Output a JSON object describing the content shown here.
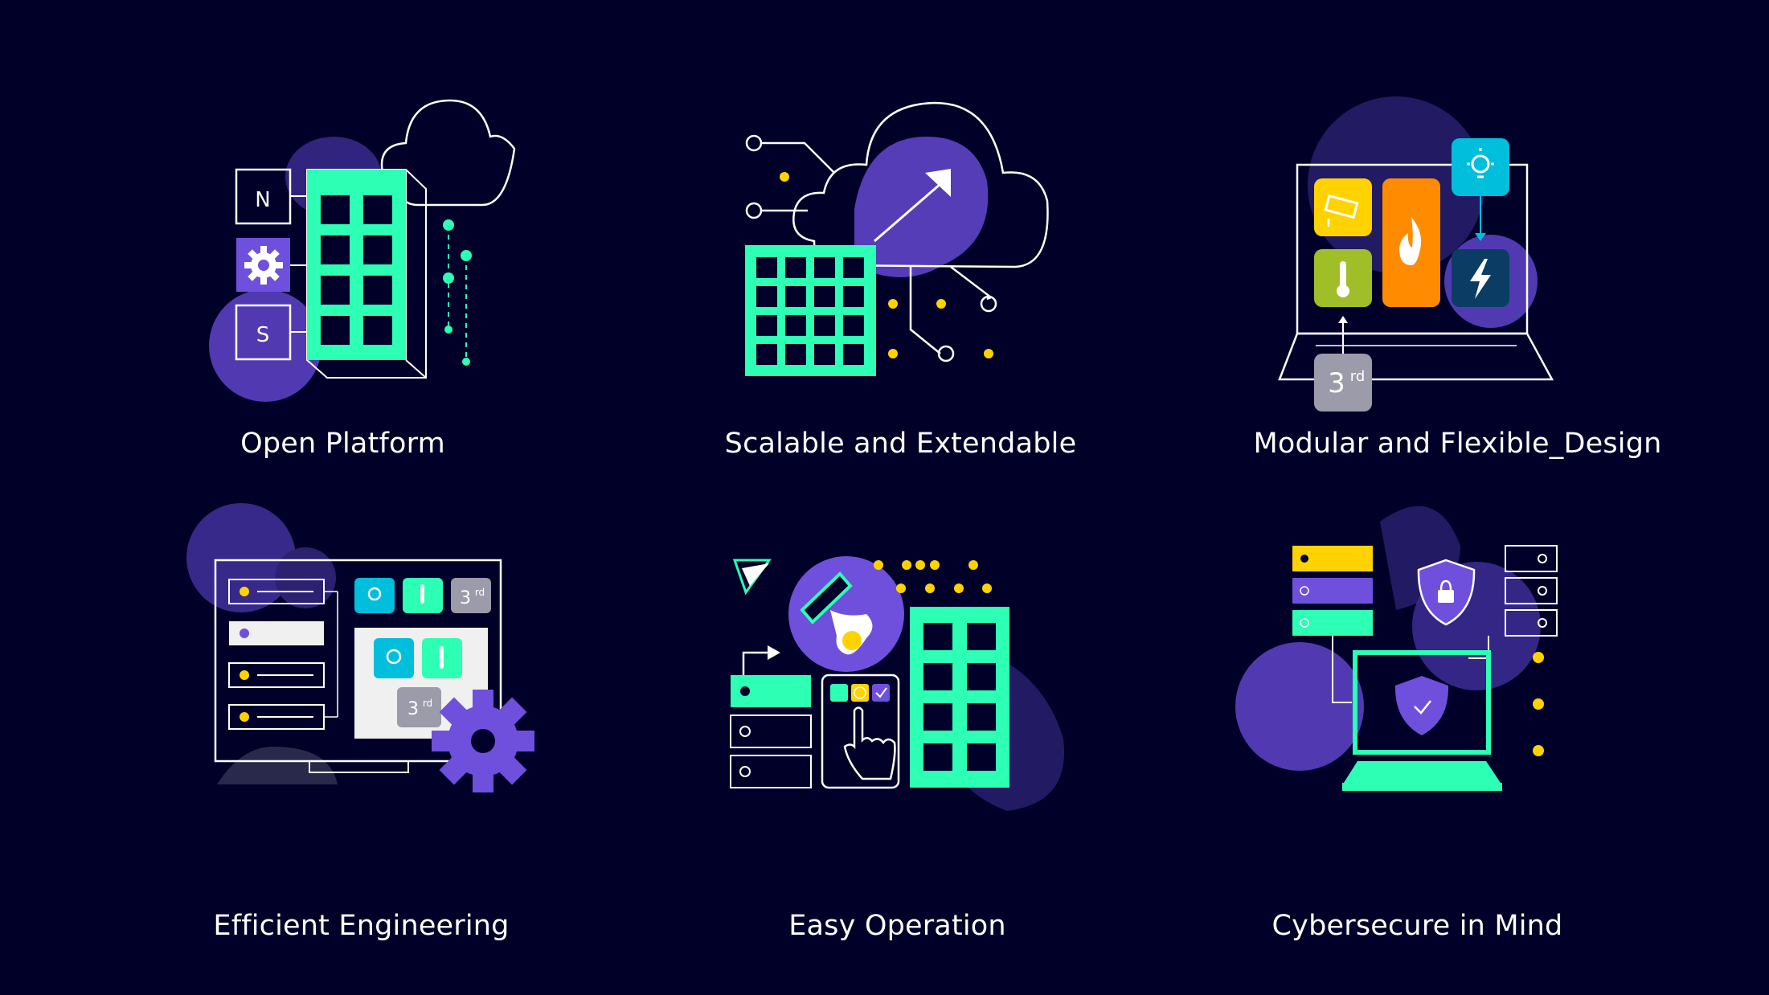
{
  "features": [
    {
      "title": "Open Platform",
      "icon": "open-platform-icon",
      "letters": [
        "N",
        "S"
      ]
    },
    {
      "title": "Scalable and Extendable",
      "icon": "scalable-extendable-icon"
    },
    {
      "title": "Modular and Flexible_Design",
      "icon": "modular-flexible-design-icon",
      "badge": "3",
      "badge_sup": "rd"
    },
    {
      "title": "Efficient Engineering",
      "icon": "efficient-engineering-icon",
      "badge": "3",
      "badge_sup": "rd"
    },
    {
      "title": "Easy Operation",
      "icon": "easy-operation-icon"
    },
    {
      "title": "Cybersecure in Mind",
      "icon": "cybersecure-icon"
    }
  ],
  "colors": {
    "background": "#000028",
    "petrol_green": "#2DFFB4",
    "purple": "#6E50DC",
    "yellow": "#FFD200",
    "cyan": "#00BEDC",
    "orange": "#FF8C00",
    "olive": "#A0BE28",
    "gray": "#9B9BAA",
    "navy": "#0A3C64",
    "white": "#FFFFFF"
  }
}
